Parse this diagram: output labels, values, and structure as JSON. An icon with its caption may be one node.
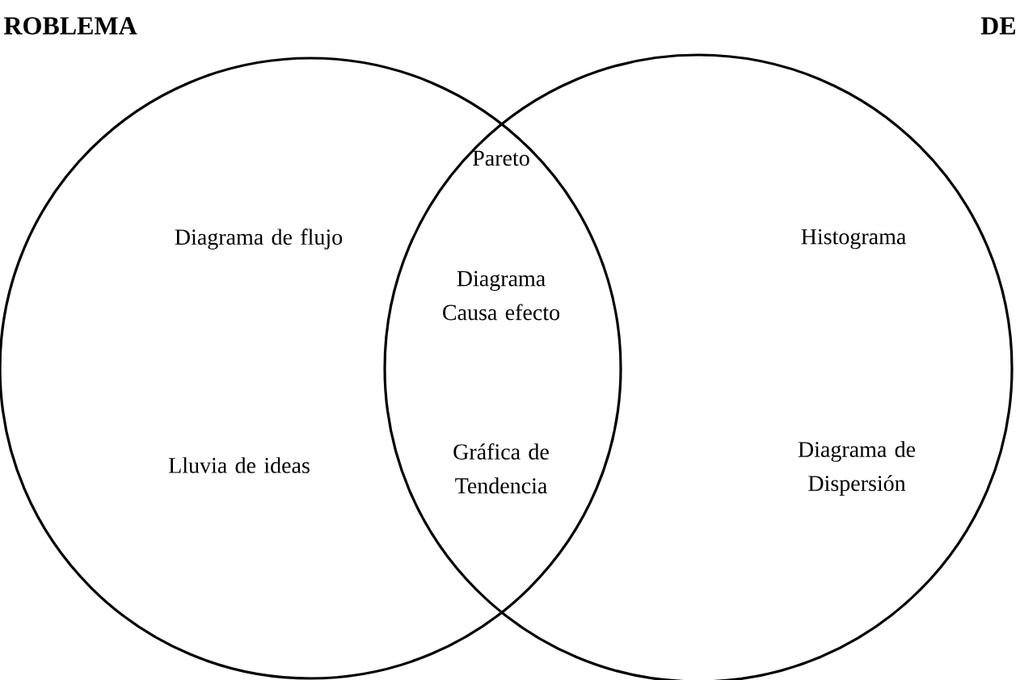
{
  "diagram": {
    "nodes": [
      {
        "text": [
          "ROBLEMA",
          "Diagrama de flujo",
          "Lluvia de ideas"
        ]
      },
      {
        "text": [
          "DE",
          "Histograma",
          "Diagrama de Dispersión"
        ]
      }
    ],
    "labels": [
      "Pareto",
      "Diagrama Causa efecto",
      "Gráfica de Tendencia"
    ]
  }
}
